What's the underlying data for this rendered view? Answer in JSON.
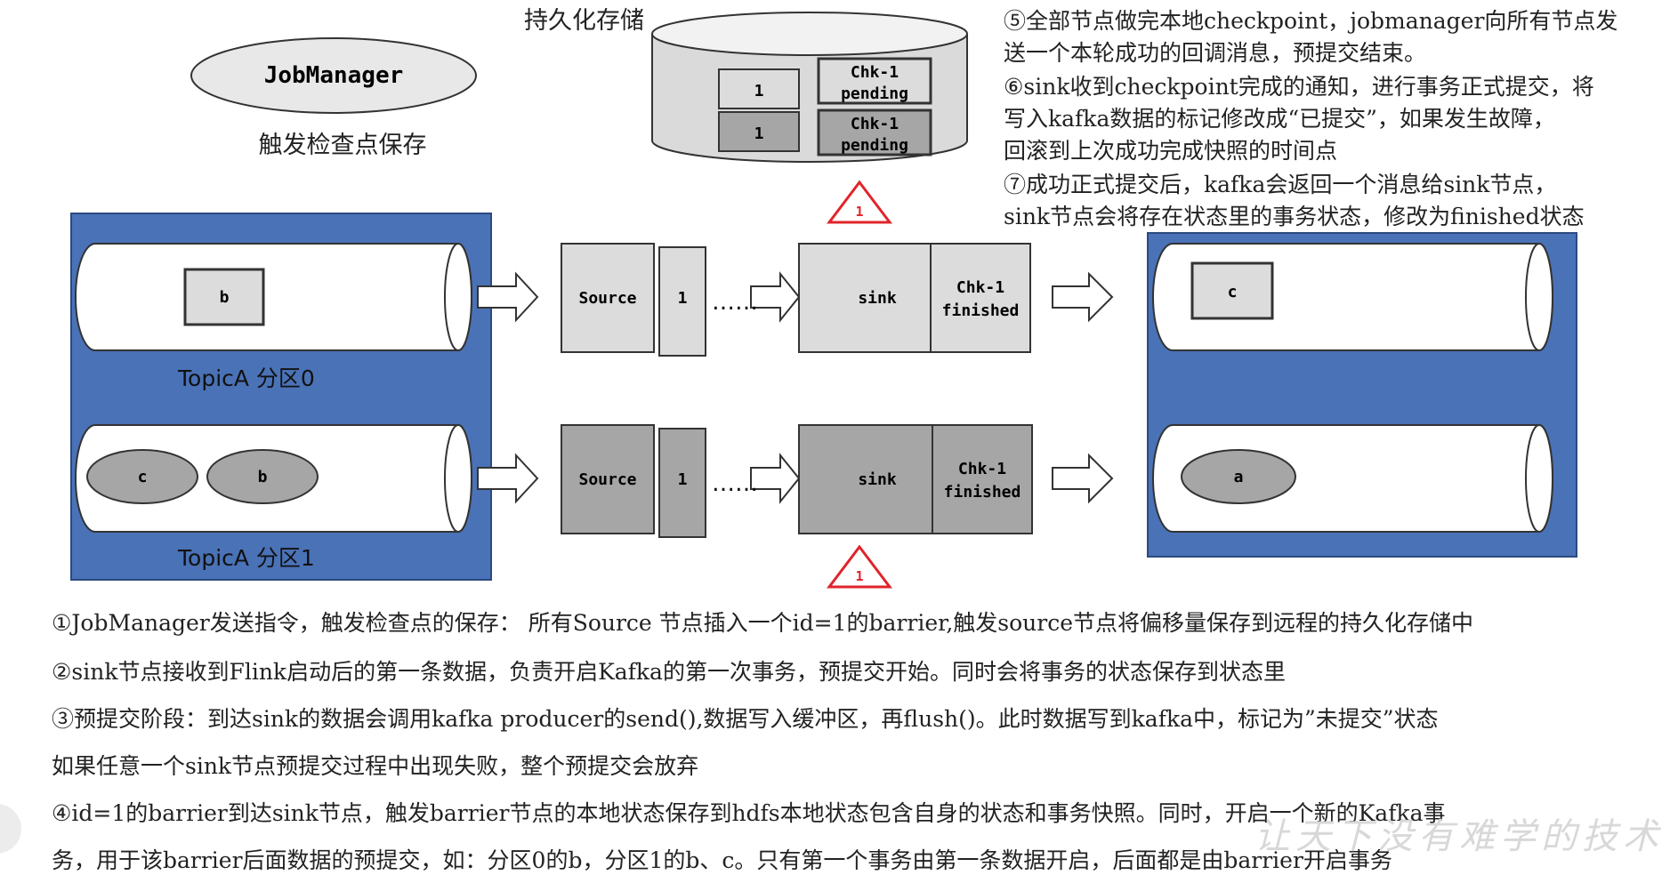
{
  "storage": {
    "title": "持久化存储",
    "slots": [
      {
        "id": "1",
        "chk": [
          "Chk-1",
          "pending"
        ]
      },
      {
        "id": "1",
        "chk": [
          "Chk-1",
          "pending"
        ]
      }
    ]
  },
  "jobmanager": {
    "label": "JobManager",
    "caption": "触发检查点保存"
  },
  "partitions": [
    {
      "label": "TopicA 分区0",
      "items": [
        "b"
      ]
    },
    {
      "label": "TopicA 分区1",
      "items": [
        "c",
        "b"
      ]
    }
  ],
  "pipelines": [
    {
      "source": "Source",
      "barrier": "1",
      "dots": "……",
      "sink": "sink",
      "chk": [
        "Chk-1",
        "finished"
      ]
    },
    {
      "source": "Source",
      "barrier": "1",
      "dots": "……",
      "sink": "sink",
      "chk": [
        "Chk-1",
        "finished"
      ]
    }
  ],
  "warnings": [
    "1",
    "1"
  ],
  "outputs": [
    {
      "items": [
        "c"
      ]
    },
    {
      "items": [
        "a"
      ]
    }
  ],
  "right_notes": [
    "⑤全部节点做完本地checkpoint，jobmanager向所有节点发",
    "送一个本轮成功的回调消息，预提交结束。",
    "⑥sink收到checkpoint完成的通知，进行事务正式提交，将",
    "写入kafka数据的标记修改成“已提交”，如果发生故障，",
    "回滚到上次成功完成快照的时间点",
    "⑦成功正式提交后，kafka会返回一个消息给sink节点，",
    "sink节点会将存在状态里的事务状态，修改为finished状态"
  ],
  "bottom_notes": [
    "①JobManager发送指令，触发检查点的保存： 所有Source 节点插入一个id=1的barrier,触发source节点将偏移量保存到远程的持久化存储中",
    "②sink节点接收到Flink启动后的第一条数据，负责开启Kafka的第一次事务，预提交开始。同时会将事务的状态保存到状态里",
    "③预提交阶段：到达sink的数据会调用kafka producer的send(),数据写入缓冲区，再flush()。此时数据写到kafka中，标记为”未提交”状态",
    "  如果任意一个sink节点预提交过程中出现失败，整个预提交会放弃",
    "④id=1的barrier到达sink节点，触发barrier节点的本地状态保存到hdfs本地状态包含自身的状态和事务快照。同时，开启一个新的Kafka事",
    "务，用于该barrier后面数据的预提交，如：分区0的b，分区1的b、c。只有第一个事务由第一条数据开启，后面都是由barrier开启事务"
  ],
  "watermark": "让天下没有难学的技术",
  "colors": {
    "blue_panel": "#4a72b7",
    "light_box": "#d8d8d8",
    "dark_box": "#a6a6a6",
    "warning_red": "#e0242a"
  }
}
